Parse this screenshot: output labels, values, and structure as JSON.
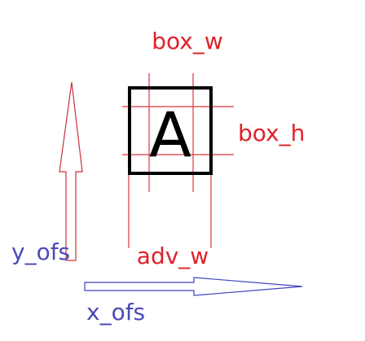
{
  "diagram": {
    "glyph": "A",
    "labels": {
      "box_w": "box_w",
      "box_h": "box_h",
      "adv_w": "adv_w",
      "y_ofs": "y_ofs",
      "x_ofs": "x_ofs"
    },
    "colors": {
      "red_label": "#e0212a",
      "blue_label": "#4a4ab8",
      "guide_red": "#d9373f",
      "box_black": "#000000",
      "arrow_red": "#c8323a",
      "arrow_blue": "#4040c0"
    }
  }
}
